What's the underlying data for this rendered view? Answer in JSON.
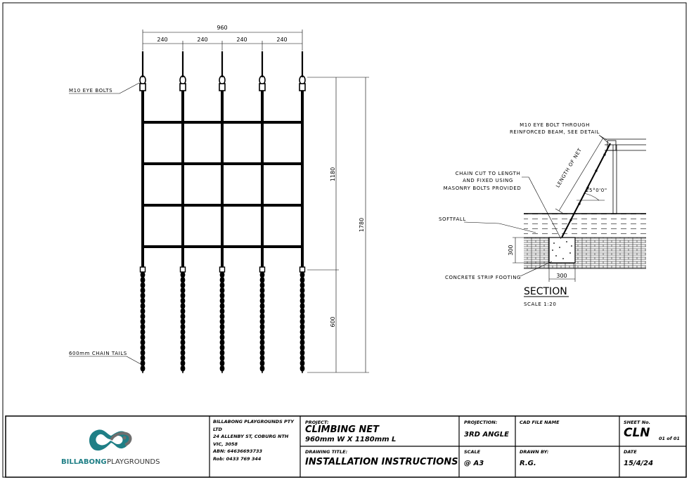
{
  "dimensions": {
    "overall_width": "960",
    "spacings": [
      "240",
      "240",
      "240",
      "240"
    ],
    "net_length": "1180",
    "total_length": "1780",
    "chain_length": "600",
    "section_height": "300",
    "section_width": "300"
  },
  "labels": {
    "eye_bolts": "M10 EYE BOLTS",
    "chain_tails": "600mm CHAIN TAILS",
    "eye_bolt_through_1": "M10 EYE BOLT THROUGH",
    "eye_bolt_through_2": "REINFORCED BEAM, SEE DETAIL",
    "chain_cut_1": "CHAIN CUT TO LENGTH",
    "chain_cut_2": "AND FIXED USING",
    "chain_cut_3": "MASONRY BOLTS PROVIDED",
    "softfall": "SOFTFALL",
    "concrete_footing": "CONCRETE STRIP FOOTING",
    "length_of_net": "LENGTH OF NET",
    "angle": "25°0'0\"",
    "section_title": "SECTION",
    "section_scale": "SCALE 1:20"
  },
  "title_block": {
    "logo_text_1": "BILLABONG",
    "logo_text_2": "PLAYGROUNDS",
    "company": {
      "name": "BILLABONG PLAYGROUNDS PTY LTD",
      "address1": "24 ALLENBY ST, COBURG NTH",
      "address2": "VIC, 3058",
      "abn": "ABN: 64636693733",
      "phone": "Rob: 0433 769 344"
    },
    "project_label": "PROJECT:",
    "project_name": "CLIMBING NET",
    "project_size": "960mm W X 1180mm L",
    "drawing_title_label": "DRAWING TITLE:",
    "drawing_title": "INSTALLATION INSTRUCTIONS",
    "projection_label": "PROJECTION:",
    "projection": "3RD ANGLE",
    "scale_label": "SCALE",
    "scale": "@ A3",
    "cad_label": "CAD FILE NAME",
    "drawn_by_label": "DRAWN BY:",
    "drawn_by": "R.G.",
    "sheet_label": "SHEET No.",
    "sheet_code": "CLN",
    "sheet_of": "01 of 01",
    "date_label": "DATE",
    "date": "15/4/24"
  },
  "colors": {
    "line": "#000000",
    "logo_teal": "#1f7f86",
    "logo_grey": "#6e6e6e"
  }
}
